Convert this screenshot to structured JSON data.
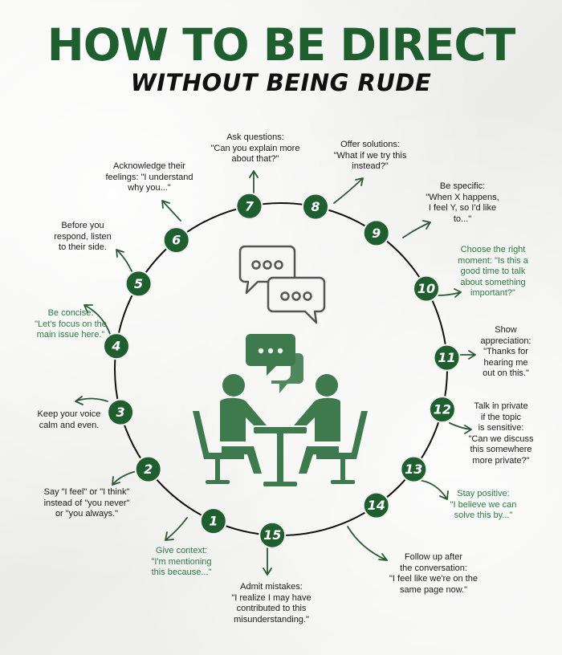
{
  "header": {
    "title": "HOW TO BE DIRECT",
    "subtitle": "WITHOUT BEING RUDE"
  },
  "colors": {
    "green": "#1f5f2f",
    "ring": "#111111",
    "icon_gray": "#555555",
    "tip_green": "#2e7a43"
  },
  "icons": [
    "speech-bubbles-icon",
    "two-people-talking-icon"
  ],
  "tips": [
    {
      "number": "1",
      "text": "Give context:\n\"I'm mentioning\nthis because...\""
    },
    {
      "number": "2",
      "text": "Say \"I feel\" or \"I think\"\ninstead of \"you never\"\nor \"you always.\""
    },
    {
      "number": "3",
      "text": "Keep your voice\ncalm and even."
    },
    {
      "number": "4",
      "text": "Be concise:\n\"Let's focus on the\nmain issue here.\""
    },
    {
      "number": "5",
      "text": "Before you\nrespond, listen\nto their side."
    },
    {
      "number": "6",
      "text": "Acknowledge their\nfeelings: \"I understand\nwhy you...\""
    },
    {
      "number": "7",
      "text": "Ask questions:\n\"Can you explain more\nabout that?\""
    },
    {
      "number": "8",
      "text": "Offer solutions:\n\"What if we try this\ninstead?\""
    },
    {
      "number": "9",
      "text": "Be specific:\n\"When X happens,\nI feel Y, so I'd like\nto...\""
    },
    {
      "number": "10",
      "text": "Choose the right\nmoment: \"Is this a\ngood time to talk\nabout something\nimportant?\""
    },
    {
      "number": "11",
      "text": "Show\nappreciation:\n\"Thanks for\nhearing me\nout on this.\""
    },
    {
      "number": "12",
      "text": "Talk in private\nif the topic\nis sensitive:\n\"Can we discuss\nthis somewhere\nmore private?\""
    },
    {
      "number": "13",
      "text": "Stay positive:\n\"I believe we can\nsolve this by...\""
    },
    {
      "number": "14",
      "text": "Follow up after\nthe conversation:\n\"I feel like we're on the\nsame page now.\""
    },
    {
      "number": "15",
      "text": "Admit mistakes:\n\"I realize I may have\ncontributed to this\nmisunderstanding.\""
    }
  ]
}
